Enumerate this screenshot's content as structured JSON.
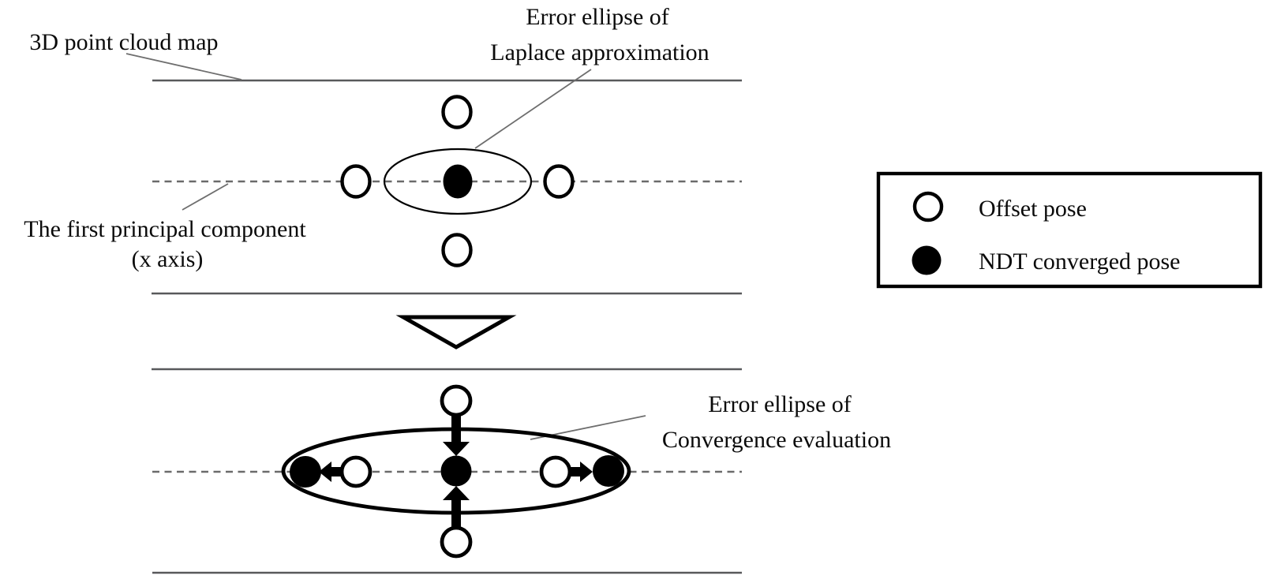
{
  "labels": {
    "map": "3D point cloud map",
    "laplace": {
      "line1": "Error ellipse of",
      "line2": "Laplace approximation"
    },
    "principal": {
      "line1": "The first principal component",
      "line2": "(x axis)"
    },
    "convergence": {
      "line1": "Error ellipse of",
      "line2": "Convergence evaluation"
    }
  },
  "legend": {
    "offset": "Offset pose",
    "converged": "NDT converged pose"
  },
  "colors": {
    "ink": "#000000",
    "structure_gray": "#58595b",
    "dash_gray": "#6b6b6b",
    "leader_gray": "#6e6e6e",
    "background": "#ffffff"
  }
}
